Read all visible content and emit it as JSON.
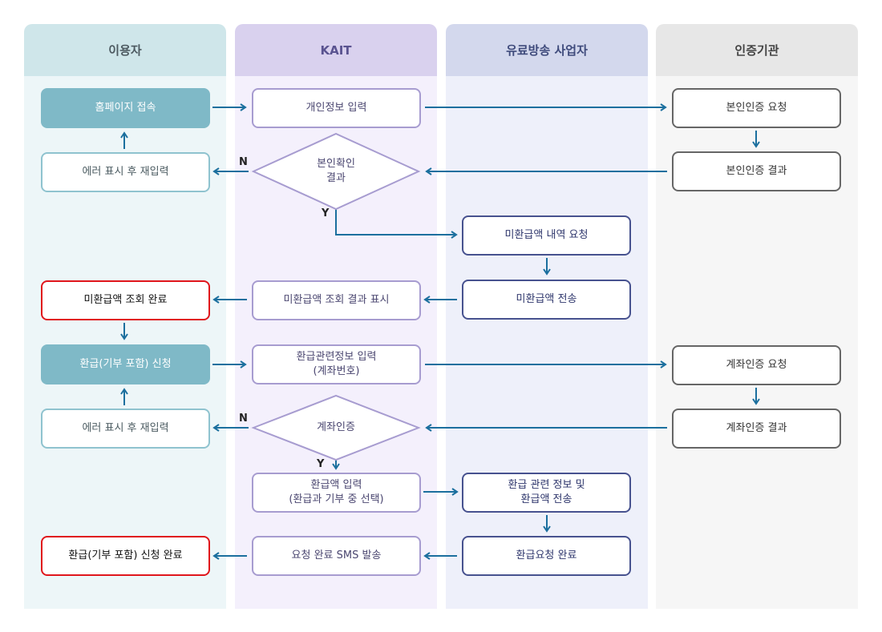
{
  "lanes": {
    "user": "이용자",
    "kait": "KAIT",
    "provider": "유료방송 사업자",
    "cert": "인증기관"
  },
  "nodes": {
    "homepage": "홈페이지 접속",
    "error1": "에러 표시 후 재입력",
    "lookup_done": "미환급액 조회 완료",
    "apply": "환급(기부 포함) 신청",
    "error2": "에러 표시 후 재입력",
    "apply_done": "환급(기부 포함) 신청 완료",
    "personal_input": "개인정보 입력",
    "identity_check": "본인확인\n결과",
    "lookup_show": "미환급액 조회 결과 표시",
    "refund_info_input": "환급관련정보 입력\n(계좌번호)",
    "account_check": "계좌인증",
    "amount_input": "환급액 입력\n(환급과 기부 중 선택)",
    "sms_send": "요청 완료 SMS 발송",
    "history_request": "미환급액 내역 요청",
    "amount_send": "미환급액 전송",
    "refund_send": "환급 관련 정보 및\n환급액 전송",
    "refund_done": "환급요청 완료",
    "id_cert_request": "본인인증 요청",
    "id_cert_result": "본인인증 결과",
    "acct_cert_request": "계좌인증 요청",
    "acct_cert_result": "계좌인증 결과"
  },
  "branch_labels": {
    "n1": "N",
    "y1": "Y",
    "n2": "N",
    "y2": "Y"
  },
  "colors": {
    "arrow": "#1b6f9e",
    "diamond_stroke": "#a79cd0",
    "red_border": "#e0161c"
  }
}
